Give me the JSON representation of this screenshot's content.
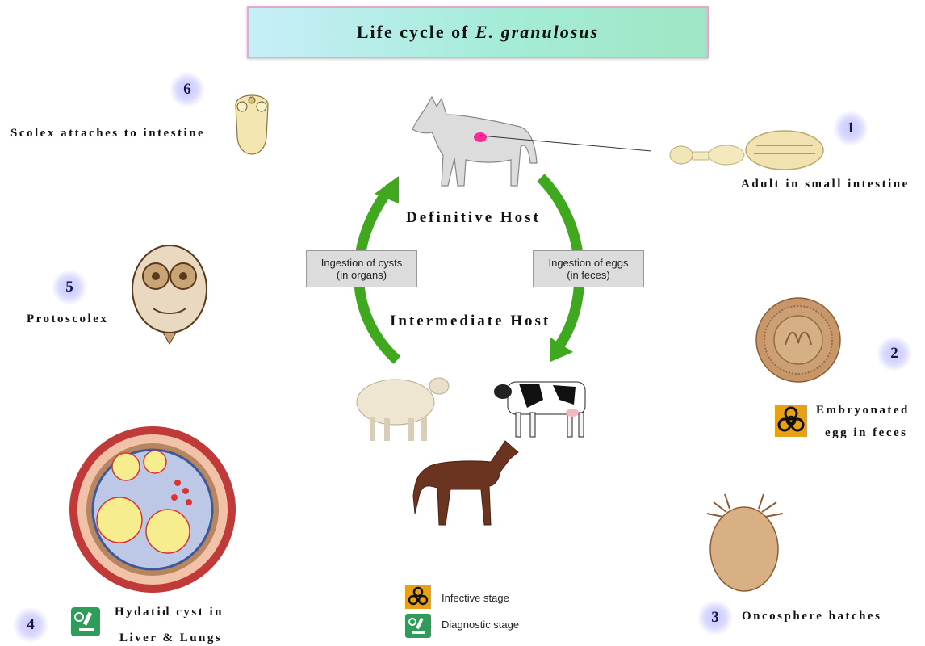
{
  "title": {
    "prefix": "Life cycle of ",
    "species": "E. granulosus"
  },
  "hosts": {
    "definitive": "Definitive Host",
    "intermediate": "Intermediate Host"
  },
  "arrows": {
    "left_line1": "Ingestion of cysts",
    "left_line2": "(in organs)",
    "right_line1": "Ingestion of eggs",
    "right_line2": "(in feces)"
  },
  "stages": [
    {
      "number": "1",
      "label": "Adult in small intestine"
    },
    {
      "number": "2",
      "label_line1": "Embryonated",
      "label_line2": "egg in feces",
      "marker": "biohazard-icon"
    },
    {
      "number": "3",
      "label": "Oncosphere hatches"
    },
    {
      "number": "4",
      "label_line1": "Hydatid cyst in",
      "label_line2": "Liver & Lungs",
      "marker": "microscope-icon"
    },
    {
      "number": "5",
      "label": "Protoscolex"
    },
    {
      "number": "6",
      "label": "Scolex attaches to intestine"
    }
  ],
  "legend": {
    "infective": "Infective stage",
    "diagnostic": "Diagnostic stage"
  },
  "colors": {
    "arrow": "#3fa81f",
    "biohazard_bg": "#e8a015",
    "diagnostic_bg": "#2f9c5a",
    "number_glow": "#c9c8ff"
  }
}
